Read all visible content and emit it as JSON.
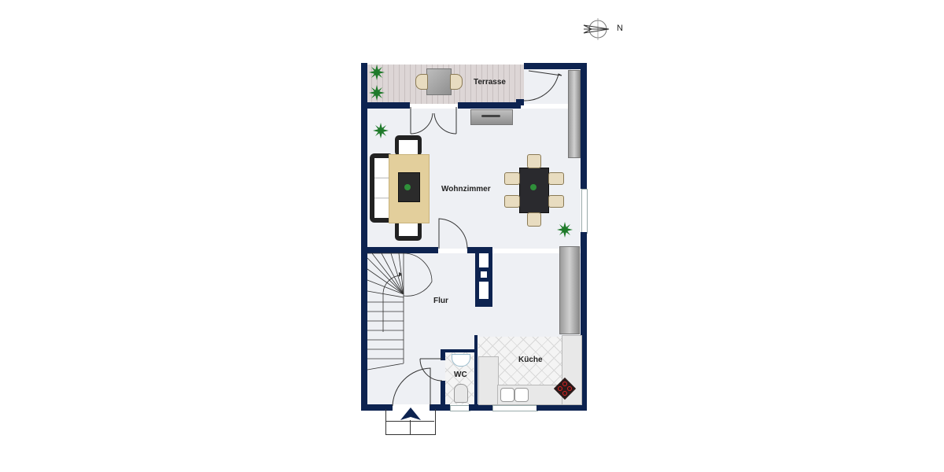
{
  "compass": {
    "label": "N",
    "icon": "compass-rose-icon"
  },
  "rooms": [
    {
      "id": "terrasse",
      "label": "Terrasse"
    },
    {
      "id": "wohnzimmer",
      "label": "Wohnzimmer"
    },
    {
      "id": "flur",
      "label": "Flur"
    },
    {
      "id": "kueche",
      "label": "Küche"
    },
    {
      "id": "wc",
      "label": "WC"
    }
  ],
  "colors": {
    "wall": "#0d2350",
    "floor": "#eef0f4",
    "deck": "#ddd6d6",
    "rug": "#e3cf9c",
    "plant": "#1f7a2a"
  },
  "entrance": {
    "icon": "entrance-arrow-icon"
  }
}
